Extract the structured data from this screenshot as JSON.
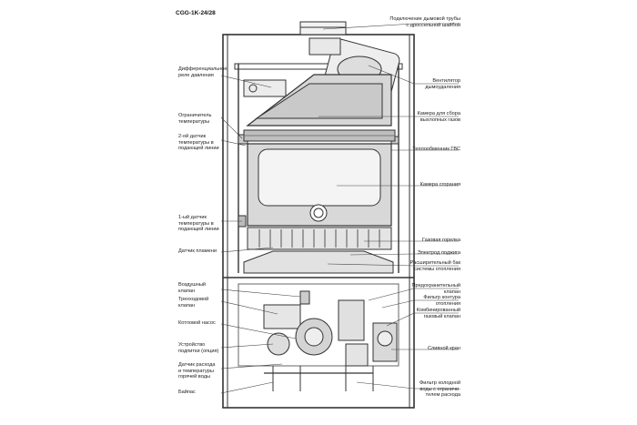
{
  "title": "CGG-1K-24/28",
  "labels_left": [
    {
      "id": "diff-relay",
      "lines": [
        "Дифференциальное",
        "реле давления"
      ]
    },
    {
      "id": "temp-limiter",
      "lines": [
        "Ограничитель",
        "температуры"
      ]
    },
    {
      "id": "sensor-2",
      "lines": [
        "2-ой датчик",
        "температуры в",
        "подающей линии"
      ]
    },
    {
      "id": "sensor-1",
      "lines": [
        "1-ый датчик",
        "температуры в",
        "подающей линии"
      ]
    },
    {
      "id": "flame-sensor",
      "lines": [
        "Датчик пламени"
      ]
    },
    {
      "id": "air-valve",
      "lines": [
        "Воздушный",
        "клапан"
      ]
    },
    {
      "id": "three-way-valve",
      "lines": [
        "Трехходовой",
        "клапан"
      ]
    },
    {
      "id": "pump",
      "lines": [
        "Котловой насос"
      ]
    },
    {
      "id": "fill-device",
      "lines": [
        "Устройство",
        "подпитки (опция)"
      ]
    },
    {
      "id": "flow-sensor",
      "lines": [
        "Датчик расхода",
        "и температуры",
        "горячей воды"
      ]
    },
    {
      "id": "bypass",
      "lines": [
        "Байпас"
      ]
    }
  ],
  "labels_right": [
    {
      "id": "flue",
      "lines": [
        "Подключение дымовой трубы",
        "с дроссельной шайбой"
      ]
    },
    {
      "id": "fan",
      "lines": [
        "Вентилятор",
        "дымоудаления"
      ]
    },
    {
      "id": "collector",
      "lines": [
        "Камера для сбора",
        "выхлопных газов"
      ]
    },
    {
      "id": "dhw-hex",
      "lines": [
        "Теплообменник ГВС"
      ]
    },
    {
      "id": "combustion",
      "lines": [
        "Камера сгорания"
      ]
    },
    {
      "id": "burner",
      "lines": [
        "Газовая горелка"
      ]
    },
    {
      "id": "ignition",
      "lines": [
        "Электрод поджига"
      ]
    },
    {
      "id": "expansion",
      "lines": [
        "Расширительный бак",
        "системы отопления"
      ]
    },
    {
      "id": "safety-valve",
      "lines": [
        "Предохранительный",
        "клапан"
      ]
    },
    {
      "id": "filter",
      "lines": [
        "Фильтр контура",
        "отопления"
      ]
    },
    {
      "id": "gas-valve",
      "lines": [
        "Комбинированный",
        "газовый клапан"
      ]
    },
    {
      "id": "drain",
      "lines": [
        "Сливной кран"
      ]
    },
    {
      "id": "cold-filter",
      "lines": [
        "Фильтр холодной",
        "воды с ограничи-",
        "телем расхода"
      ]
    }
  ]
}
